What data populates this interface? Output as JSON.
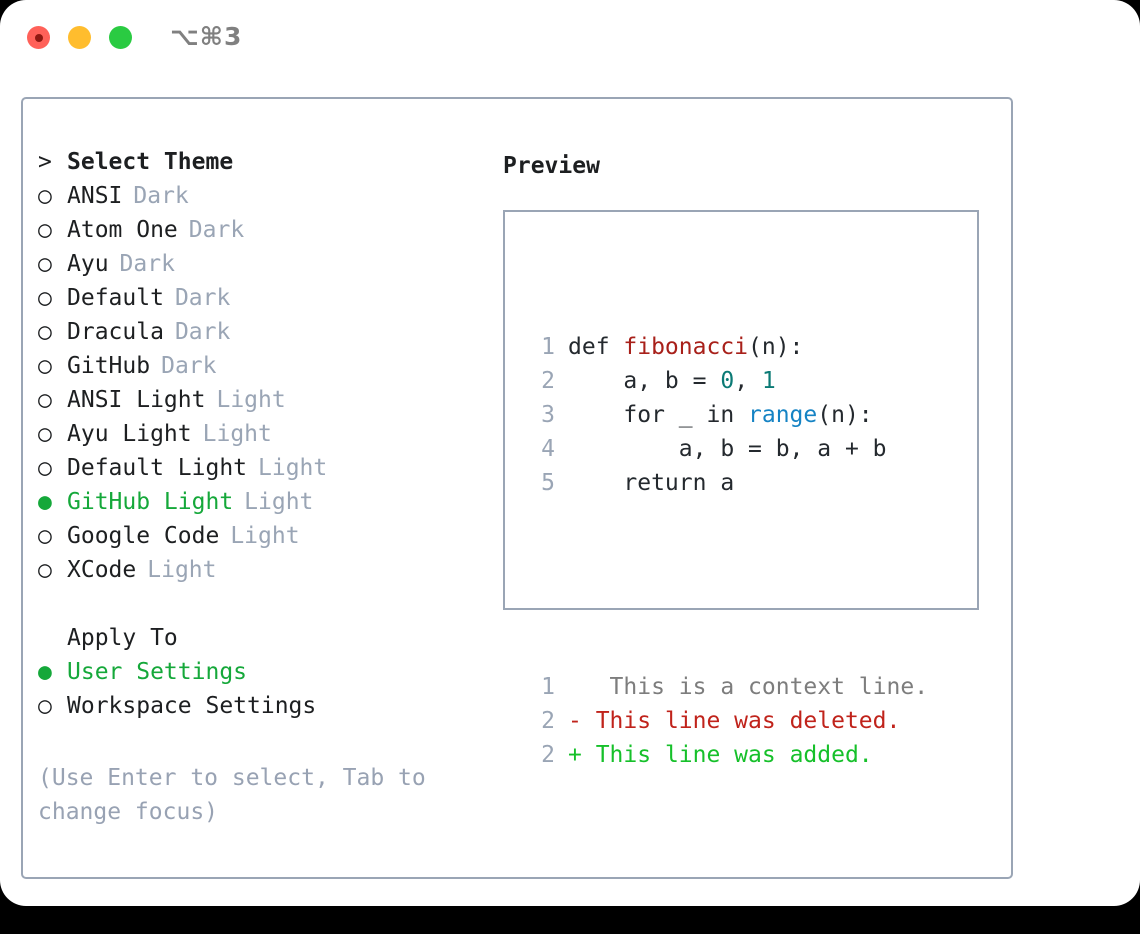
{
  "titlebar": {
    "shortcut": "⌥⌘3",
    "lights": [
      {
        "name": "close",
        "color": "#ff6159"
      },
      {
        "name": "minimize",
        "color": "#ffbd2e"
      },
      {
        "name": "zoom",
        "color": "#2acb42"
      }
    ]
  },
  "theme_section": {
    "prefix": ">",
    "heading": "Select Theme",
    "selected_marker": "●",
    "unselected_marker": "○",
    "items": [
      {
        "name": "ANSI",
        "tag": "Dark",
        "selected": false
      },
      {
        "name": "Atom One",
        "tag": "Dark",
        "selected": false
      },
      {
        "name": "Ayu",
        "tag": "Dark",
        "selected": false
      },
      {
        "name": "Default",
        "tag": "Dark",
        "selected": false
      },
      {
        "name": "Dracula",
        "tag": "Dark",
        "selected": false
      },
      {
        "name": "GitHub",
        "tag": "Dark",
        "selected": false
      },
      {
        "name": "ANSI Light",
        "tag": "Light",
        "selected": false
      },
      {
        "name": "Ayu Light",
        "tag": "Light",
        "selected": false
      },
      {
        "name": "Default Light",
        "tag": "Light",
        "selected": false
      },
      {
        "name": "GitHub Light",
        "tag": "Light",
        "selected": true
      },
      {
        "name": "Google Code",
        "tag": "Light",
        "selected": false
      },
      {
        "name": "XCode",
        "tag": "Light",
        "selected": false
      }
    ]
  },
  "apply_section": {
    "heading": "Apply To",
    "items": [
      {
        "name": "User Settings",
        "selected": true
      },
      {
        "name": "Workspace Settings",
        "selected": false
      }
    ]
  },
  "hint": "(Use Enter to select, Tab to change focus)",
  "preview": {
    "title": "Preview",
    "code_lines": [
      {
        "number": "1",
        "tokens": [
          {
            "text": "def ",
            "type": "plain"
          },
          {
            "text": "fibonacci",
            "type": "fn"
          },
          {
            "text": "(n):",
            "type": "plain"
          }
        ]
      },
      {
        "number": "2",
        "tokens": [
          {
            "text": "    a, b = ",
            "type": "plain"
          },
          {
            "text": "0",
            "type": "num"
          },
          {
            "text": ", ",
            "type": "plain"
          },
          {
            "text": "1",
            "type": "num"
          }
        ]
      },
      {
        "number": "3",
        "tokens": [
          {
            "text": "    for _ in ",
            "type": "plain"
          },
          {
            "text": "range",
            "type": "call"
          },
          {
            "text": "(n):",
            "type": "plain"
          }
        ]
      },
      {
        "number": "4",
        "tokens": [
          {
            "text": "        a, b = b, a + b",
            "type": "plain"
          }
        ]
      },
      {
        "number": "5",
        "tokens": [
          {
            "text": "    return a",
            "type": "plain"
          }
        ]
      }
    ],
    "diff_lines": [
      {
        "number": "1",
        "sign": " ",
        "text": "  This is a context line.",
        "type": "ctx"
      },
      {
        "number": "2",
        "sign": "-",
        "text": " This line was deleted.",
        "type": "del"
      },
      {
        "number": "2",
        "sign": "+",
        "text": " This line was added.",
        "type": "add"
      }
    ]
  },
  "colors": {
    "accent_green": "#15a83a",
    "muted": "#9aa5b5",
    "border": "#9aa5b5",
    "text": "#1d1f21",
    "diff_add": "#16c02a",
    "diff_del": "#c0231b",
    "fn": "#a8201a",
    "num": "#0b7a75",
    "call": "#1583c4"
  }
}
